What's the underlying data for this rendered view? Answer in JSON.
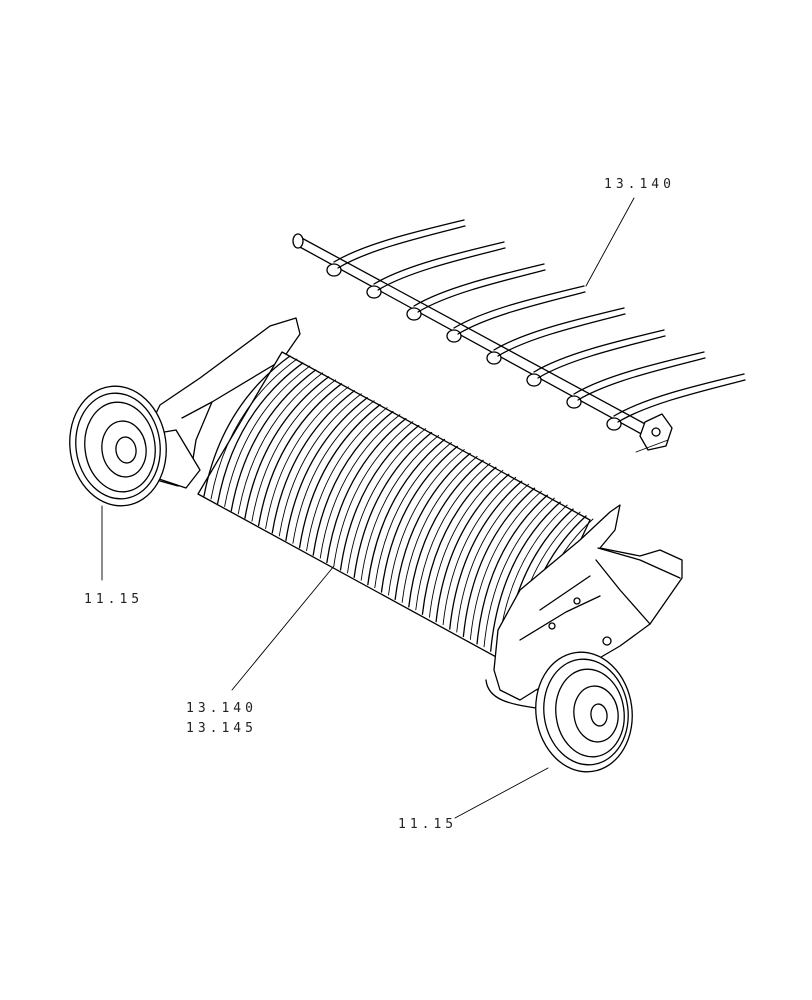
{
  "callouts": {
    "tine_bar": "13.140",
    "left_wheel": "11.15",
    "pickup_drum_line1": "13.140",
    "pickup_drum_line2": "13.145",
    "right_wheel": "11.15"
  },
  "colors": {
    "ink": "#000000",
    "paper": "#ffffff"
  }
}
